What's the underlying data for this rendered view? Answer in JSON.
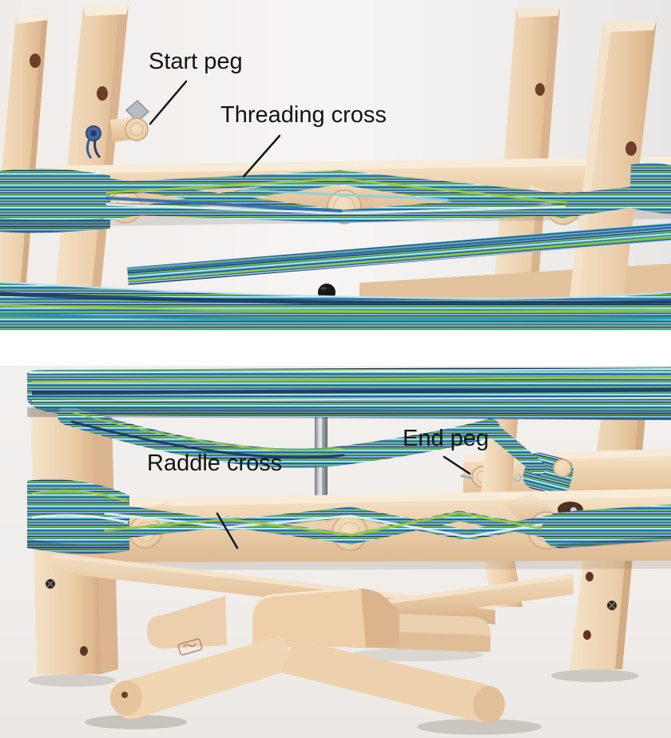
{
  "annotations": {
    "start_peg": "Start peg",
    "threading_cross": "Threading cross",
    "raddle_cross": "Raddle cross",
    "end_peg": "End peg"
  },
  "colors": {
    "label_text": "#151515",
    "leader_line": "#151515",
    "background": "#ffffff",
    "wood_light": "#f5e3c8",
    "wood_mid": "#ecd0ad",
    "wood_dark": "#d3ab82",
    "yarn_navy": "#16345f",
    "yarn_blue": "#2a5ba5",
    "yarn_teal": "#2196ab",
    "yarn_turquoise": "#3fb9cd",
    "yarn_lime": "#8cc63e",
    "yarn_white": "#eef6f8",
    "metal": "#aab0b4",
    "knob_black": "#171717"
  }
}
